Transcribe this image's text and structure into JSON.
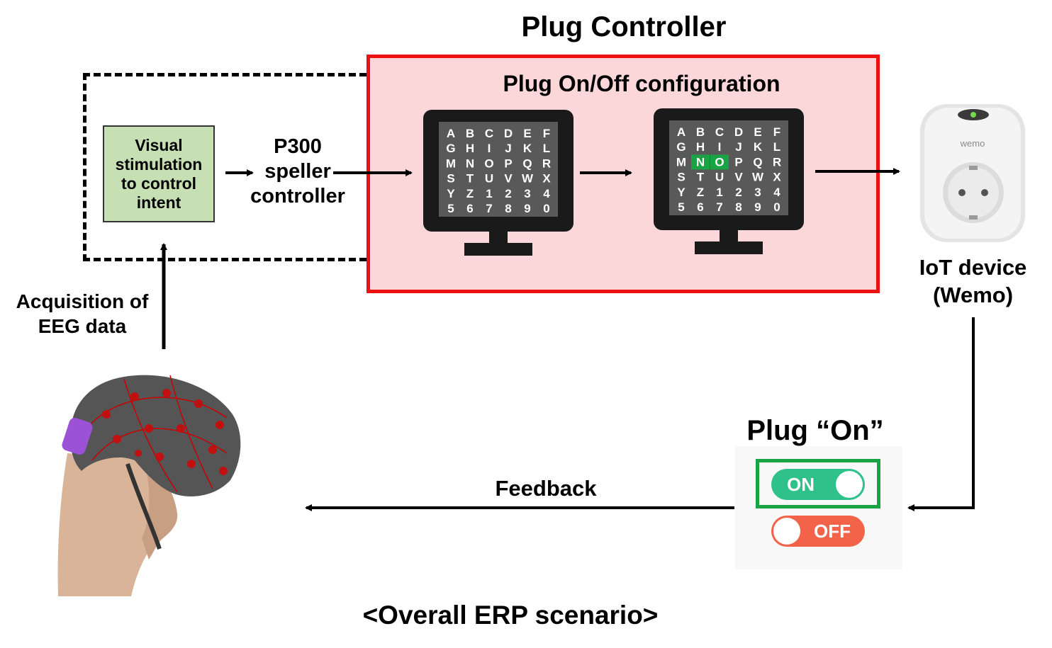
{
  "labels": {
    "plug_controller": "Plug Controller",
    "config_title": "Plug On/Off configuration",
    "visual_stimulation": "Visual\nstimulation\nto control\nintent",
    "p300": "P300\nspeller\ncontroller",
    "acquisition": "Acquisition of\nEEG data",
    "iot_device": "IoT device\n(Wemo)",
    "plug_on": "Plug “On”",
    "feedback": "Feedback",
    "caption": "<Overall ERP scenario>",
    "wemo_brand": "wemo"
  },
  "speller": {
    "grid": [
      [
        "A",
        "B",
        "C",
        "D",
        "E",
        "F"
      ],
      [
        "G",
        "H",
        "I",
        "J",
        "K",
        "L"
      ],
      [
        "M",
        "N",
        "O",
        "P",
        "Q",
        "R"
      ],
      [
        "S",
        "T",
        "U",
        "V",
        "W",
        "X"
      ],
      [
        "Y",
        "Z",
        "1",
        "2",
        "3",
        "4"
      ],
      [
        "5",
        "6",
        "7",
        "8",
        "9",
        "0"
      ]
    ],
    "highlighted_second_monitor": [
      "N",
      "O"
    ],
    "highlight_color": "#1aa345"
  },
  "toggles": {
    "on_label": "ON",
    "off_label": "OFF",
    "on_color": "#2ec28a",
    "off_color": "#f2634a"
  },
  "colors": {
    "config_fill": "#fcd7da",
    "config_border": "#ee1111",
    "visual_box_fill": "#c6e0b4",
    "highlight_border": "#1aa345"
  }
}
